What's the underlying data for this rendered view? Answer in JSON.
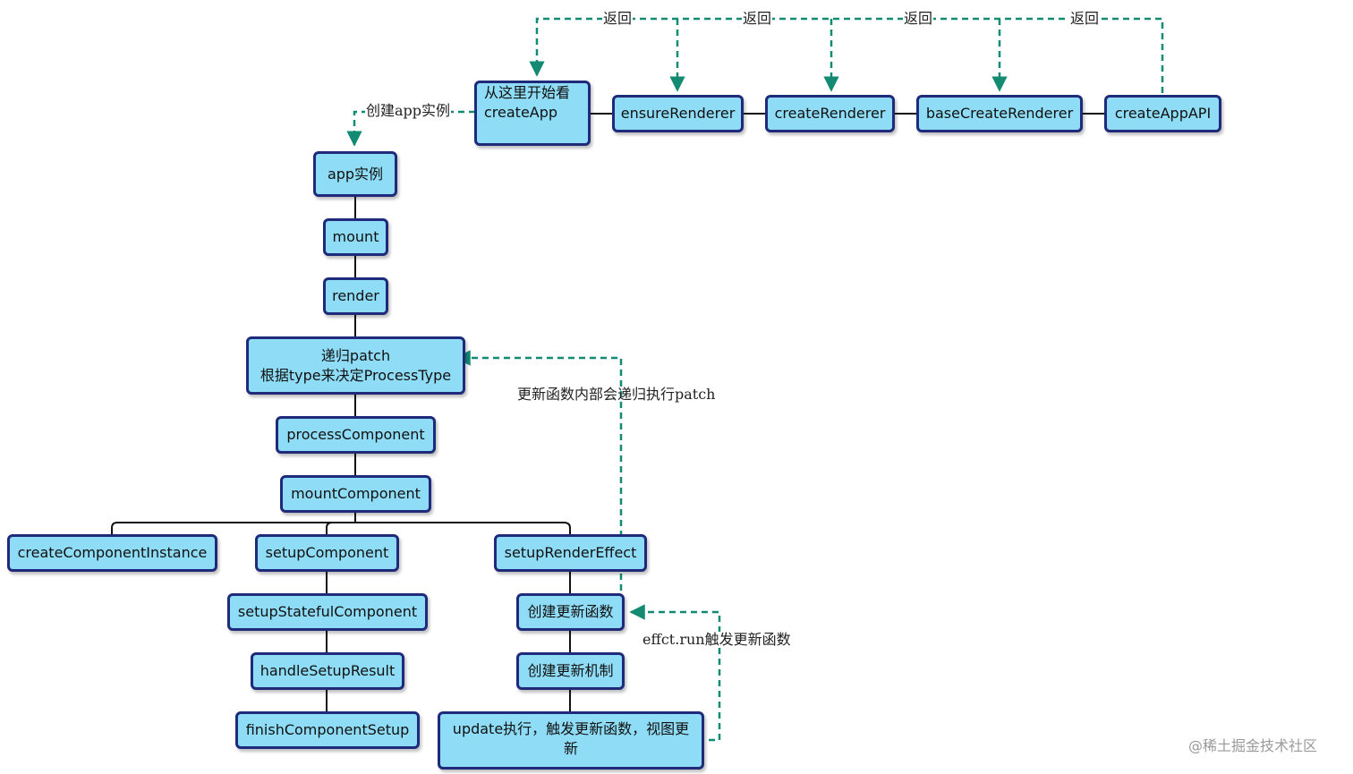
{
  "nodes": {
    "start_line1": "从这里开始看",
    "start_line2": "createApp",
    "ensure_renderer": "ensureRenderer",
    "create_renderer": "createRenderer",
    "base_create_renderer": "baseCreateRenderer",
    "create_app_api": "createAppAPI",
    "app_instance": "app实例",
    "mount": "mount",
    "render": "render",
    "patch_line1": "递归patch",
    "patch_line2": "根据type来决定ProcessType",
    "process_component": "processComponent",
    "mount_component": "mountComponent",
    "create_component_instance": "createComponentInstance",
    "setup_component": "setupComponent",
    "setup_render_effect": "setupRenderEffect",
    "setup_stateful_component": "setupStatefulComponent",
    "handle_setup_result": "handleSetupResult",
    "finish_component_setup": "finishComponentSetup",
    "create_update_fn": "创建更新函数",
    "create_update_mechanism": "创建更新机制",
    "update_exec": "update执行，触发更新函数，视图更新"
  },
  "edge_labels": {
    "return_1": "返回",
    "return_2": "返回",
    "return_3": "返回",
    "return_4": "返回",
    "create_app_instance": "创建app实例",
    "recursive_patch": "更新函数内部会递归执行patch",
    "effect_run": "effct.run触发更新函数"
  },
  "watermark": "@稀土掘金技术社区",
  "colors": {
    "node_fill": "#8fdcf6",
    "node_border": "#1f2a7a",
    "dashed_arrow": "#138a72",
    "solid_line": "#111111"
  }
}
